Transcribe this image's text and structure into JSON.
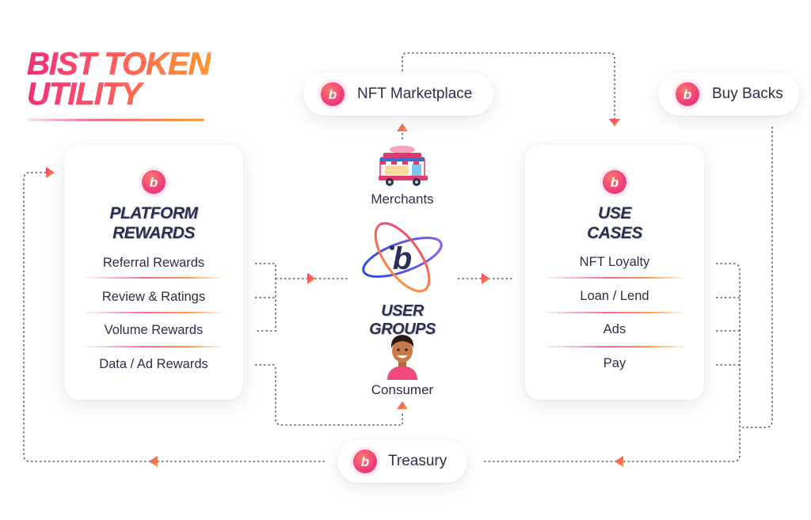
{
  "title": {
    "line1": "BIST TOKEN",
    "line2": "UTILITY"
  },
  "nodes": {
    "nft_marketplace": "NFT Marketplace",
    "buy_backs": "Buy Backs",
    "treasury": "Treasury",
    "merchants": "Merchants",
    "consumer": "Consumer",
    "user_groups": "USER GROUPS"
  },
  "platform_rewards": {
    "heading_line1": "PLATFORM",
    "heading_line2": "REWARDS",
    "items": [
      "Referral Rewards",
      "Review & Ratings",
      "Volume Rewards",
      "Data / Ad Rewards"
    ]
  },
  "use_cases": {
    "heading_line1": "USE",
    "heading_line2": "CASES",
    "items": [
      "NFT Loyalty",
      "Loan / Lend",
      "Ads",
      "Pay"
    ]
  },
  "logo_glyph": "b",
  "colors": {
    "accent_pink": "#f03d7a",
    "accent_orange": "#ff9a2e",
    "text_dark": "#2b2f4a"
  },
  "icons": [
    "bist-logo-icon",
    "food-truck-icon",
    "user-groups-orbit-icon",
    "consumer-avatar-icon",
    "arrow-right-icon",
    "arrow-up-icon",
    "arrow-down-icon",
    "arrow-left-icon"
  ]
}
